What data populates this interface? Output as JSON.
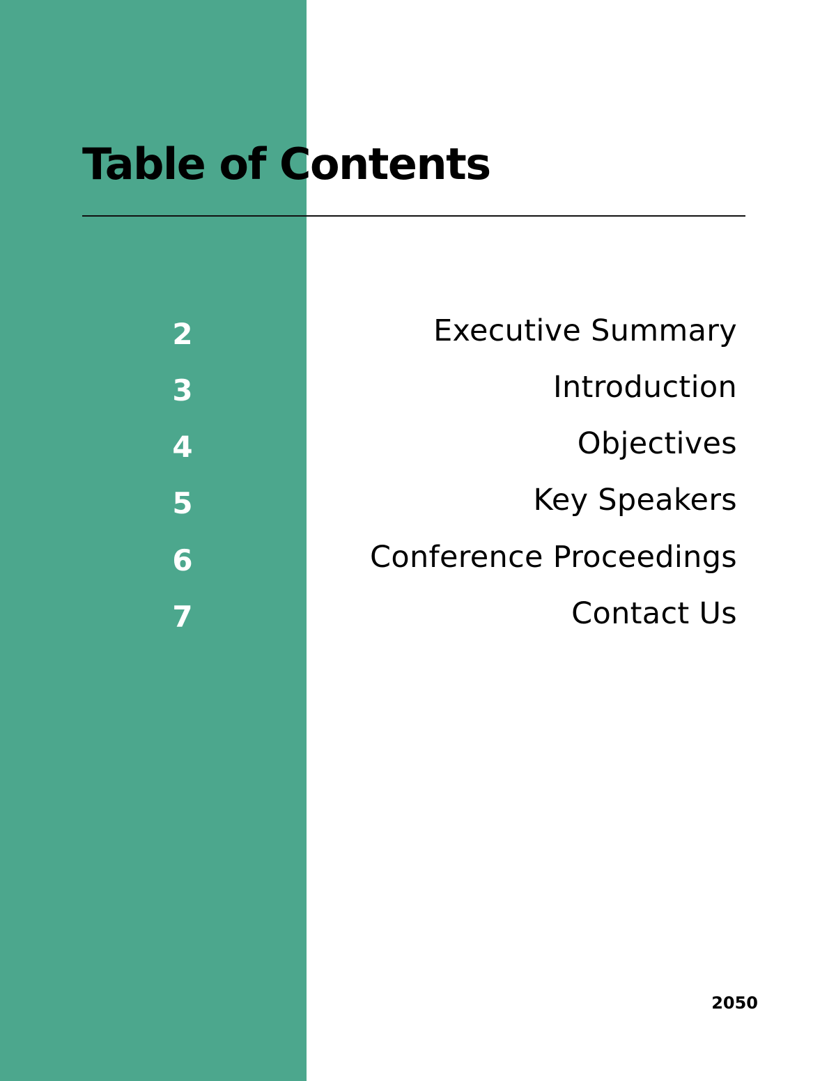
{
  "page": {
    "title": "Table of Contents",
    "year": "2050",
    "accent_color": "#4ca78d"
  },
  "toc": [
    {
      "page": "2",
      "label": "Executive Summary"
    },
    {
      "page": "3",
      "label": "Introduction"
    },
    {
      "page": "4",
      "label": "Objectives"
    },
    {
      "page": "5",
      "label": "Key Speakers"
    },
    {
      "page": "6",
      "label": "Conference Proceedings"
    },
    {
      "page": "7",
      "label": "Contact Us"
    }
  ]
}
